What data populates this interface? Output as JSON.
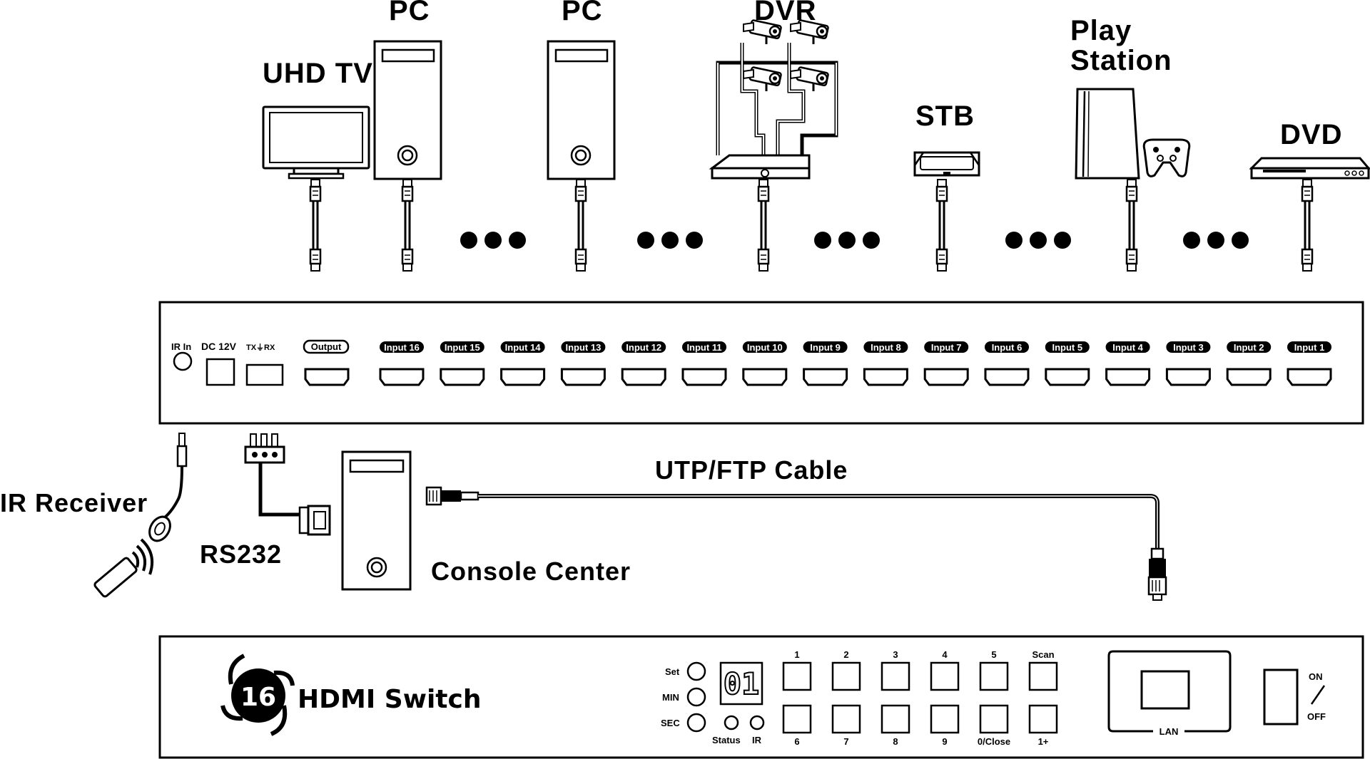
{
  "devices": {
    "uhd_tv": "UHD TV",
    "pc1": "PC",
    "pc2": "PC",
    "dvr": "DVR",
    "stb": "STB",
    "playstation_line1": "Play",
    "playstation_line2": "Station",
    "dvd": "DVD"
  },
  "rear_panel": {
    "ir_in": "IR In",
    "dc": "DC 12V",
    "txrx": "TX⏚RX",
    "output": "Output",
    "inputs": [
      "Input 16",
      "Input 15",
      "Input 14",
      "Input 13",
      "Input 12",
      "Input 11",
      "Input 10",
      "Input 9",
      "Input 8",
      "Input 7",
      "Input 6",
      "Input 5",
      "Input 4",
      "Input 3",
      "Input 2",
      "Input 1"
    ]
  },
  "peripherals": {
    "ir_receiver": "IR Receiver",
    "rs232": "RS232",
    "console_center": "Console Center",
    "cable": "UTP/FTP Cable"
  },
  "front_panel": {
    "logo_number": "16",
    "logo_text": "HDMI Switch",
    "set": "Set",
    "min": "MIN",
    "sec": "SEC",
    "display": "01",
    "status": "Status",
    "ir": "IR",
    "top_buttons": [
      "1",
      "2",
      "3",
      "4",
      "5",
      "Scan"
    ],
    "bottom_buttons": [
      "6",
      "7",
      "8",
      "9",
      "0/Close",
      "1+"
    ],
    "lan": "LAN",
    "on": "ON",
    "off": "OFF"
  }
}
